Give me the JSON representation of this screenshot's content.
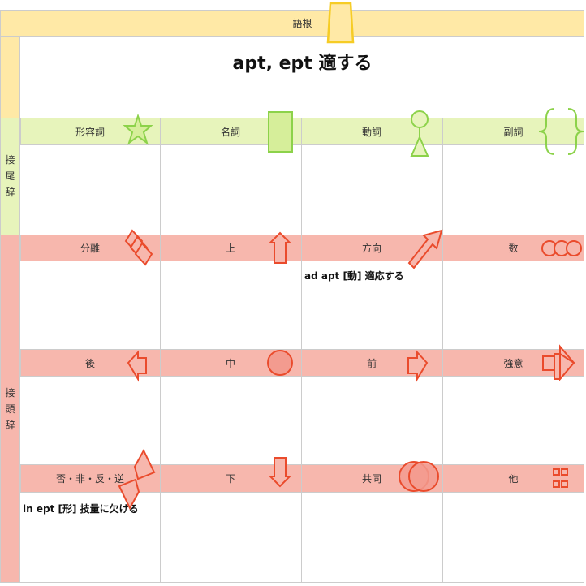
{
  "header": {
    "label": "語根",
    "title": "apt, ept 適する"
  },
  "side": {
    "suffix": "接\n尾\n辞",
    "prefix": "接\n頭\n辞"
  },
  "columns": [
    "形容詞",
    "名詞",
    "動詞",
    "副詞"
  ],
  "rows": [
    [
      "分離",
      "上",
      "方向",
      "数"
    ],
    [
      "後",
      "中",
      "前",
      "強意"
    ],
    [
      "否・非・反・逆",
      "下",
      "共同",
      "他"
    ]
  ],
  "entries": {
    "direction": "ad apt [動] 適応する",
    "negation": "in ept [形] 技量に欠ける"
  },
  "colors": {
    "root_band": "#ffe9a6",
    "suffix_band": "#e7f4bb",
    "prefix_band": "#f7b7ad",
    "border": "#cccccc",
    "green_icon": "#8cd24a",
    "red_icon": "#ea4b2c",
    "yellow_icon": "#f6cc25"
  },
  "icons": {
    "root": "trapezoid-icon",
    "adjective": "star-icon",
    "noun": "rectangle-icon",
    "verb": "person-icon",
    "adverb": "braces-icon",
    "separation": "stacked-diamonds-icon",
    "up": "arrow-up-icon",
    "direction": "diagonal-arrow-icon",
    "number": "three-circles-icon",
    "back": "arrow-left-icon",
    "middle": "circle-icon",
    "front": "arrow-right-icon",
    "intensity": "double-arrow-right-icon",
    "negation": "split-diamond-icon",
    "down": "arrow-down-icon",
    "together": "overlapping-circles-icon",
    "other": "four-squares-icon"
  }
}
